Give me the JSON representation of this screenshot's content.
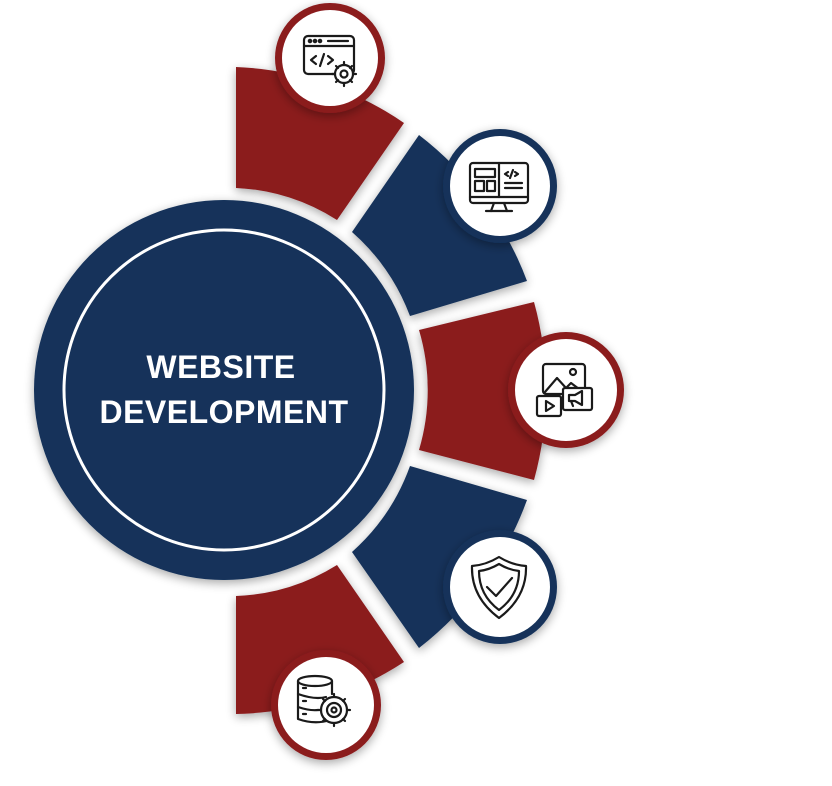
{
  "center": {
    "line1": "WEBSITE",
    "line2": "DEVELOPMENT"
  },
  "colors": {
    "red": "#8b1a1f",
    "navy": "#13325a",
    "ring": "#ffffff"
  },
  "segments": [
    {
      "color": "red",
      "icon": "web-code-settings-icon"
    },
    {
      "color": "navy",
      "icon": "monitor-layout-code-icon"
    },
    {
      "color": "red",
      "icon": "media-content-icon"
    },
    {
      "color": "navy",
      "icon": "shield-check-icon"
    },
    {
      "color": "red",
      "icon": "database-gear-icon"
    }
  ]
}
